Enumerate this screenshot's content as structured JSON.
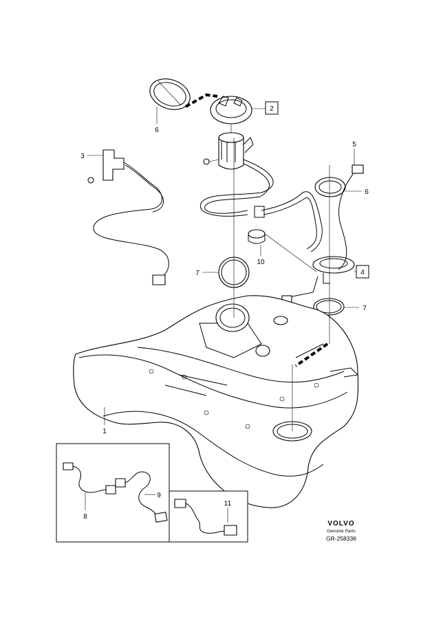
{
  "callouts": {
    "c1": "1",
    "c2": "2",
    "c3": "3",
    "c4": "4",
    "c5": "5",
    "c6a": "6",
    "c6b": "6",
    "c7a": "7",
    "c7b": "7",
    "c8": "8",
    "c9": "9",
    "c10": "10",
    "c11": "11"
  },
  "branding": {
    "logo": "VOLVO",
    "tagline": "Genuine Parts",
    "code": "GR-258336"
  }
}
